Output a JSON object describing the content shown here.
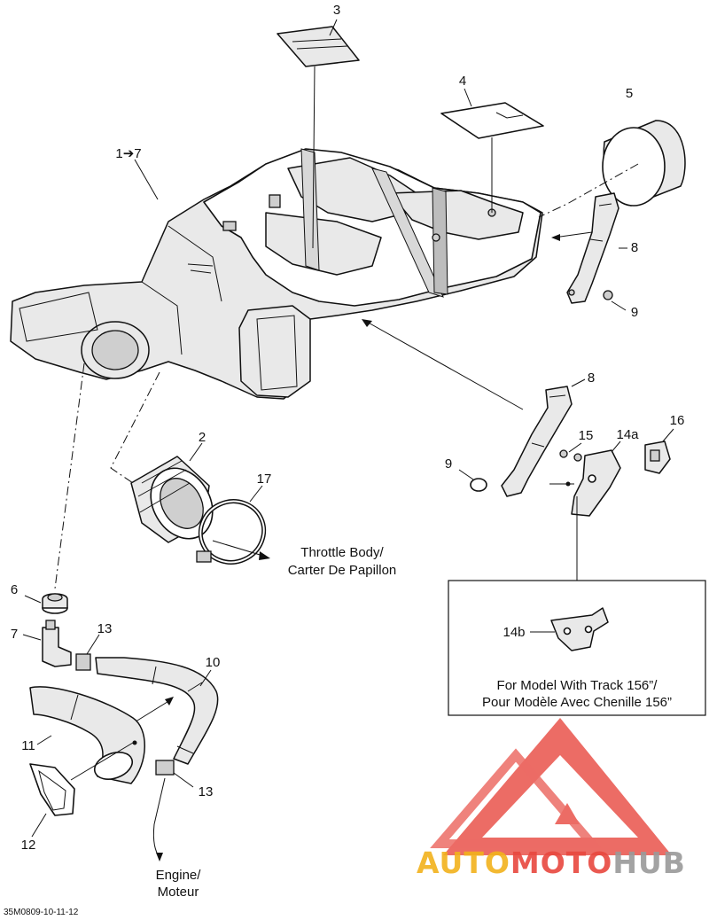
{
  "labels": {
    "l3": "3",
    "l4": "4",
    "l5": "5",
    "l17range": "1➔7",
    "l8a": "8",
    "l9a": "9",
    "l8b": "8",
    "l15": "15",
    "l14a": "14a",
    "l16": "16",
    "l9b": "9",
    "l2": "2",
    "l17": "17",
    "l6": "6",
    "l7": "7",
    "l13a": "13",
    "l10": "10",
    "l11": "11",
    "l13b": "13",
    "l12": "12",
    "l14b": "14b"
  },
  "callouts": {
    "throttle_line1": "Throttle Body/",
    "throttle_line2": "Carter De Papillon",
    "engine_line1": "Engine/",
    "engine_line2": "Moteur",
    "note_line1": "For Model With Track 156”/",
    "note_line2": "Pour Modèle Avec Chenille 156”"
  },
  "drawing_code": "35M0809-10-11-12",
  "watermark": {
    "part1": "AUTO",
    "part2": "MOTO",
    "part3": "HUB",
    "colors": {
      "gold": "#f2b21c",
      "red": "#e8483f",
      "gray": "#9a9a9a"
    }
  }
}
